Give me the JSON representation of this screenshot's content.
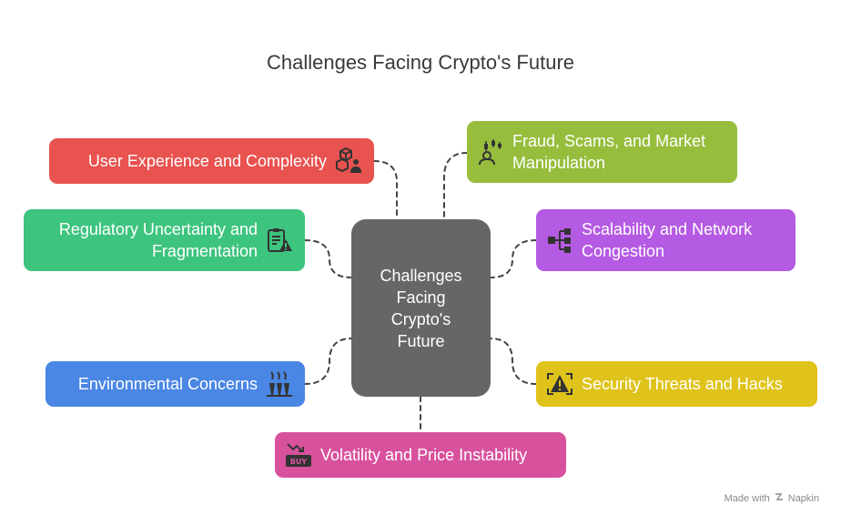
{
  "title": "Challenges Facing Crypto's Future",
  "hub": {
    "label": "Challenges Facing Crypto's Future"
  },
  "nodes": [
    {
      "id": "user-experience",
      "label": "User Experience and Complexity",
      "color": "#e8524f",
      "icon": "cubes-user-icon"
    },
    {
      "id": "regulatory",
      "label_lines": [
        "Regulatory Uncertainty and",
        "Fragmentation"
      ],
      "color": "#3dc47e",
      "icon": "clipboard-warning-icon"
    },
    {
      "id": "environmental",
      "label": "Environmental Concerns",
      "color": "#4a86e4",
      "icon": "factory-icon"
    },
    {
      "id": "fraud",
      "label_lines": [
        "Fraud, Scams, and Market",
        "Manipulation"
      ],
      "color": "#96be3c",
      "icon": "candlestick-user-icon"
    },
    {
      "id": "scalability",
      "label_lines": [
        "Scalability and Network",
        "Congestion"
      ],
      "color": "#b55ae3",
      "icon": "network-icon"
    },
    {
      "id": "security",
      "label": "Security Threats and Hacks",
      "color": "#dfc31b",
      "icon": "shield-warning-icon"
    },
    {
      "id": "volatility",
      "label": "Volatility and Price Instability",
      "color": "#d8519d",
      "icon": "buy-chart-icon",
      "icon_text": "BUY"
    }
  ],
  "footer": {
    "made_with": "Made with",
    "brand": "Napkin",
    "icon": "napkin-logo-icon"
  }
}
